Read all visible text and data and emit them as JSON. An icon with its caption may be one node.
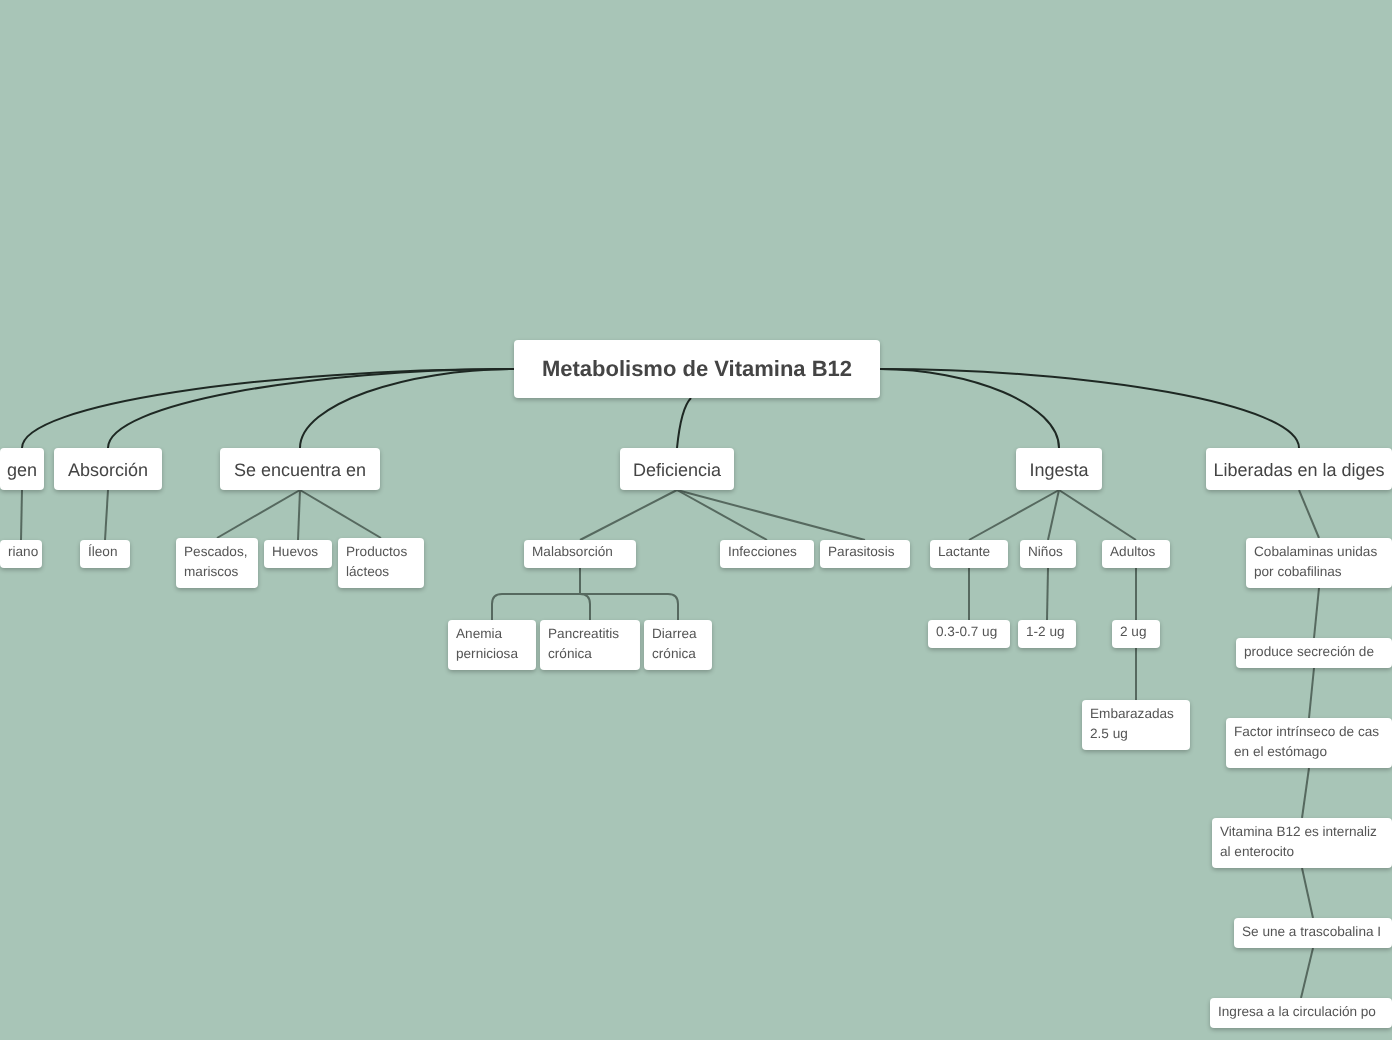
{
  "diagram": {
    "nodes": [
      {
        "text": [
          "Metabolismo de Vitamina B12"
        ]
      },
      {
        "text": [
          "gen"
        ]
      },
      {
        "text": [
          "Absorción"
        ]
      },
      {
        "text": [
          "Se encuentra en"
        ]
      },
      {
        "text": [
          "Deficiencia"
        ]
      },
      {
        "text": [
          "Ingesta"
        ]
      },
      {
        "text": [
          "Liberadas en la diges"
        ]
      },
      {
        "text": [
          "riano"
        ]
      },
      {
        "text": [
          "Íleon"
        ]
      },
      {
        "text": [
          "Pescados, mariscos"
        ]
      },
      {
        "text": [
          "Huevos"
        ]
      },
      {
        "text": [
          "Productos lácteos"
        ]
      },
      {
        "text": [
          "Malabsorción"
        ]
      },
      {
        "text": [
          "Infecciones"
        ]
      },
      {
        "text": [
          "Parasitosis"
        ]
      },
      {
        "text": [
          "Anemia perniciosa"
        ]
      },
      {
        "text": [
          "Pancreatitis crónica"
        ]
      },
      {
        "text": [
          "Diarrea crónica"
        ]
      },
      {
        "text": [
          "Lactante"
        ]
      },
      {
        "text": [
          "Niños"
        ]
      },
      {
        "text": [
          "Adultos"
        ]
      },
      {
        "text": [
          "0.3-0.7 ug"
        ]
      },
      {
        "text": [
          "1-2 ug"
        ]
      },
      {
        "text": [
          "2 ug"
        ]
      },
      {
        "text": [
          "Embarazadas 2.5 ug"
        ]
      },
      {
        "text": [
          "Cobalaminas unidas por cobafilinas"
        ]
      },
      {
        "text": [
          "produce secreción de"
        ]
      },
      {
        "text": [
          "Factor intrínseco de cas en el estómago"
        ]
      },
      {
        "text": [
          "Vitamina B12 es internaliz al enterocito"
        ]
      },
      {
        "text": [
          "Se une a trascobalina I"
        ]
      },
      {
        "text": [
          "Ingresa a la circulación po"
        ]
      }
    ],
    "edges": [
      {
        "from": 0,
        "to": 1,
        "arrow": "none",
        "color": "#1e2823"
      },
      {
        "from": 0,
        "to": 2,
        "arrow": "none",
        "color": "#1e2823"
      },
      {
        "from": 0,
        "to": 3,
        "arrow": "none",
        "color": "#1e2823"
      },
      {
        "from": 0,
        "to": 4,
        "arrow": "none",
        "color": "#1e2823"
      },
      {
        "from": 0,
        "to": 5,
        "arrow": "none",
        "color": "#1e2823"
      },
      {
        "from": 0,
        "to": 6,
        "arrow": "none",
        "color": "#1e2823"
      },
      {
        "from": 1,
        "to": 7,
        "arrow": "none"
      },
      {
        "from": 2,
        "to": 8,
        "arrow": "none"
      },
      {
        "from": 3,
        "to": 9,
        "arrow": "none"
      },
      {
        "from": 3,
        "to": 10,
        "arrow": "none"
      },
      {
        "from": 3,
        "to": 11,
        "arrow": "none"
      },
      {
        "from": 4,
        "to": 12,
        "arrow": "none"
      },
      {
        "from": 4,
        "to": 13,
        "arrow": "none"
      },
      {
        "from": 4,
        "to": 14,
        "arrow": "none"
      },
      {
        "from": 12,
        "to": 15,
        "arrow": "none"
      },
      {
        "from": 12,
        "to": 16,
        "arrow": "none"
      },
      {
        "from": 12,
        "to": 17,
        "arrow": "none"
      },
      {
        "from": 5,
        "to": 18,
        "arrow": "none"
      },
      {
        "from": 5,
        "to": 19,
        "arrow": "none"
      },
      {
        "from": 5,
        "to": 20,
        "arrow": "none"
      },
      {
        "from": 18,
        "to": 21,
        "arrow": "none"
      },
      {
        "from": 19,
        "to": 22,
        "arrow": "none"
      },
      {
        "from": 20,
        "to": 23,
        "arrow": "none"
      },
      {
        "from": 23,
        "to": 24,
        "arrow": "none"
      },
      {
        "from": 6,
        "to": 25,
        "arrow": "none"
      },
      {
        "from": 25,
        "to": 26,
        "arrow": "none"
      },
      {
        "from": 26,
        "to": 27,
        "arrow": "none"
      },
      {
        "from": 27,
        "to": 28,
        "arrow": "none"
      },
      {
        "from": 28,
        "to": 29,
        "arrow": "none"
      },
      {
        "from": 29,
        "to": 30,
        "arrow": "none"
      }
    ]
  }
}
